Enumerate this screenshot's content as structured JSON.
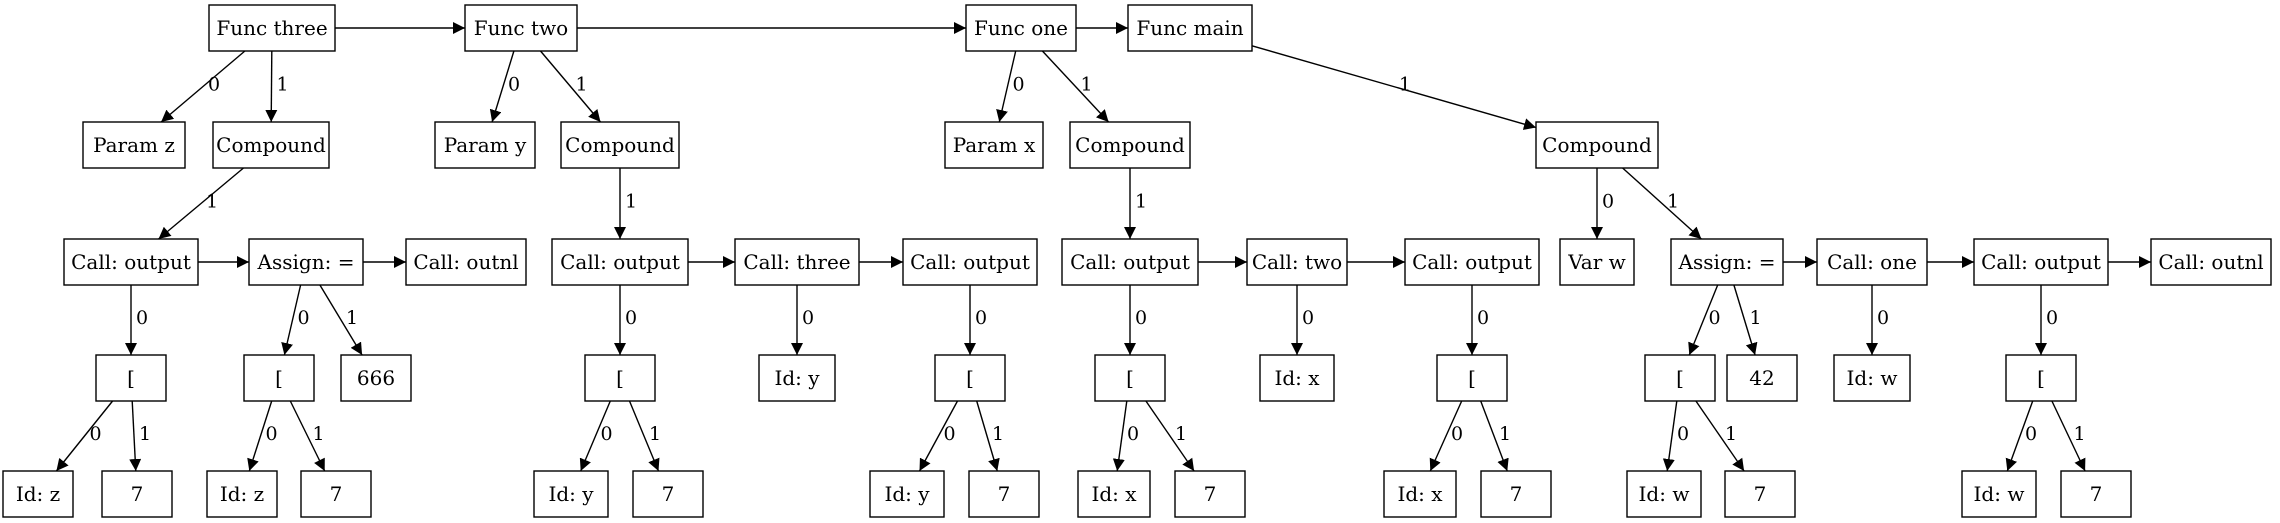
{
  "diagram": {
    "type": "ast-tree",
    "nodes": [
      {
        "id": "f3",
        "label": "Func three"
      },
      {
        "id": "f2",
        "label": "Func two"
      },
      {
        "id": "f1",
        "label": "Func one"
      },
      {
        "id": "fm",
        "label": "Func main"
      },
      {
        "id": "pz",
        "label": "Param z"
      },
      {
        "id": "c3",
        "label": "Compound"
      },
      {
        "id": "py",
        "label": "Param y"
      },
      {
        "id": "c2",
        "label": "Compound"
      },
      {
        "id": "px",
        "label": "Param x"
      },
      {
        "id": "c1",
        "label": "Compound"
      },
      {
        "id": "cm",
        "label": "Compound"
      },
      {
        "id": "o3",
        "label": "Call: output"
      },
      {
        "id": "a3",
        "label": "Assign: ="
      },
      {
        "id": "n3",
        "label": "Call: outnl"
      },
      {
        "id": "o2",
        "label": "Call: output"
      },
      {
        "id": "t2",
        "label": "Call: three"
      },
      {
        "id": "o2b",
        "label": "Call: output"
      },
      {
        "id": "o1",
        "label": "Call: output"
      },
      {
        "id": "w1",
        "label": "Call: two"
      },
      {
        "id": "o1b",
        "label": "Call: output"
      },
      {
        "id": "vw",
        "label": "Var w"
      },
      {
        "id": "am",
        "label": "Assign: ="
      },
      {
        "id": "cone",
        "label": "Call: one"
      },
      {
        "id": "om",
        "label": "Call: output"
      },
      {
        "id": "nm",
        "label": "Call: outnl"
      },
      {
        "id": "b3",
        "label": "["
      },
      {
        "id": "b3a",
        "label": "["
      },
      {
        "id": "v666",
        "label": "666"
      },
      {
        "id": "b2",
        "label": "["
      },
      {
        "id": "idy2",
        "label": "Id: y"
      },
      {
        "id": "b2b",
        "label": "["
      },
      {
        "id": "b1",
        "label": "["
      },
      {
        "id": "idx1",
        "label": "Id: x"
      },
      {
        "id": "b1b",
        "label": "["
      },
      {
        "id": "bm",
        "label": "["
      },
      {
        "id": "v42",
        "label": "42"
      },
      {
        "id": "idwm",
        "label": "Id: w"
      },
      {
        "id": "bm2",
        "label": "["
      },
      {
        "id": "z1",
        "label": "Id: z"
      },
      {
        "id": "s1",
        "label": "7"
      },
      {
        "id": "z2",
        "label": "Id: z"
      },
      {
        "id": "s2",
        "label": "7"
      },
      {
        "id": "y1",
        "label": "Id: y"
      },
      {
        "id": "s3",
        "label": "7"
      },
      {
        "id": "y2",
        "label": "Id: y"
      },
      {
        "id": "s4",
        "label": "7"
      },
      {
        "id": "x1",
        "label": "Id: x"
      },
      {
        "id": "s5",
        "label": "7"
      },
      {
        "id": "x2",
        "label": "Id: x"
      },
      {
        "id": "s6",
        "label": "7"
      },
      {
        "id": "w2",
        "label": "Id: w"
      },
      {
        "id": "s7",
        "label": "7"
      },
      {
        "id": "w3",
        "label": "Id: w"
      },
      {
        "id": "s8",
        "label": "7"
      }
    ],
    "edges": [
      {
        "from": "f3",
        "to": "f2",
        "label": ""
      },
      {
        "from": "f2",
        "to": "f1",
        "label": ""
      },
      {
        "from": "f1",
        "to": "fm",
        "label": ""
      },
      {
        "from": "f3",
        "to": "pz",
        "label": "0"
      },
      {
        "from": "f3",
        "to": "c3",
        "label": "1"
      },
      {
        "from": "f2",
        "to": "py",
        "label": "0"
      },
      {
        "from": "f2",
        "to": "c2",
        "label": "1"
      },
      {
        "from": "f1",
        "to": "px",
        "label": "0"
      },
      {
        "from": "f1",
        "to": "c1",
        "label": "1"
      },
      {
        "from": "fm",
        "to": "cm",
        "label": "1"
      },
      {
        "from": "c3",
        "to": "o3",
        "label": "1"
      },
      {
        "from": "o3",
        "to": "a3",
        "label": ""
      },
      {
        "from": "a3",
        "to": "n3",
        "label": ""
      },
      {
        "from": "c2",
        "to": "o2",
        "label": "1"
      },
      {
        "from": "o2",
        "to": "t2",
        "label": ""
      },
      {
        "from": "t2",
        "to": "o2b",
        "label": ""
      },
      {
        "from": "c1",
        "to": "o1",
        "label": "1"
      },
      {
        "from": "o1",
        "to": "w1",
        "label": ""
      },
      {
        "from": "w1",
        "to": "o1b",
        "label": ""
      },
      {
        "from": "cm",
        "to": "vw",
        "label": "0"
      },
      {
        "from": "cm",
        "to": "am",
        "label": "1"
      },
      {
        "from": "am",
        "to": "cone",
        "label": ""
      },
      {
        "from": "cone",
        "to": "om",
        "label": ""
      },
      {
        "from": "om",
        "to": "nm",
        "label": ""
      },
      {
        "from": "o3",
        "to": "b3",
        "label": "0"
      },
      {
        "from": "a3",
        "to": "b3a",
        "label": "0"
      },
      {
        "from": "a3",
        "to": "v666",
        "label": "1"
      },
      {
        "from": "o2",
        "to": "b2",
        "label": "0"
      },
      {
        "from": "t2",
        "to": "idy2",
        "label": "0"
      },
      {
        "from": "o2b",
        "to": "b2b",
        "label": "0"
      },
      {
        "from": "o1",
        "to": "b1",
        "label": "0"
      },
      {
        "from": "w1",
        "to": "idx1",
        "label": "0"
      },
      {
        "from": "o1b",
        "to": "b1b",
        "label": "0"
      },
      {
        "from": "am",
        "to": "bm",
        "label": "0"
      },
      {
        "from": "am",
        "to": "v42",
        "label": "1"
      },
      {
        "from": "cone",
        "to": "idwm",
        "label": "0"
      },
      {
        "from": "om",
        "to": "bm2",
        "label": "0"
      },
      {
        "from": "b3",
        "to": "z1",
        "label": "0"
      },
      {
        "from": "b3",
        "to": "s1",
        "label": "1"
      },
      {
        "from": "b3a",
        "to": "z2",
        "label": "0"
      },
      {
        "from": "b3a",
        "to": "s2",
        "label": "1"
      },
      {
        "from": "b2",
        "to": "y1",
        "label": "0"
      },
      {
        "from": "b2",
        "to": "s3",
        "label": "1"
      },
      {
        "from": "b2b",
        "to": "y2",
        "label": "0"
      },
      {
        "from": "b2b",
        "to": "s4",
        "label": "1"
      },
      {
        "from": "b1",
        "to": "x1",
        "label": "0"
      },
      {
        "from": "b1",
        "to": "s5",
        "label": "1"
      },
      {
        "from": "b1b",
        "to": "x2",
        "label": "0"
      },
      {
        "from": "b1b",
        "to": "s6",
        "label": "1"
      },
      {
        "from": "bm",
        "to": "w2",
        "label": "0"
      },
      {
        "from": "bm",
        "to": "s7",
        "label": "1"
      },
      {
        "from": "bm2",
        "to": "w3",
        "label": "0"
      },
      {
        "from": "bm2",
        "to": "s8",
        "label": "1"
      }
    ]
  }
}
